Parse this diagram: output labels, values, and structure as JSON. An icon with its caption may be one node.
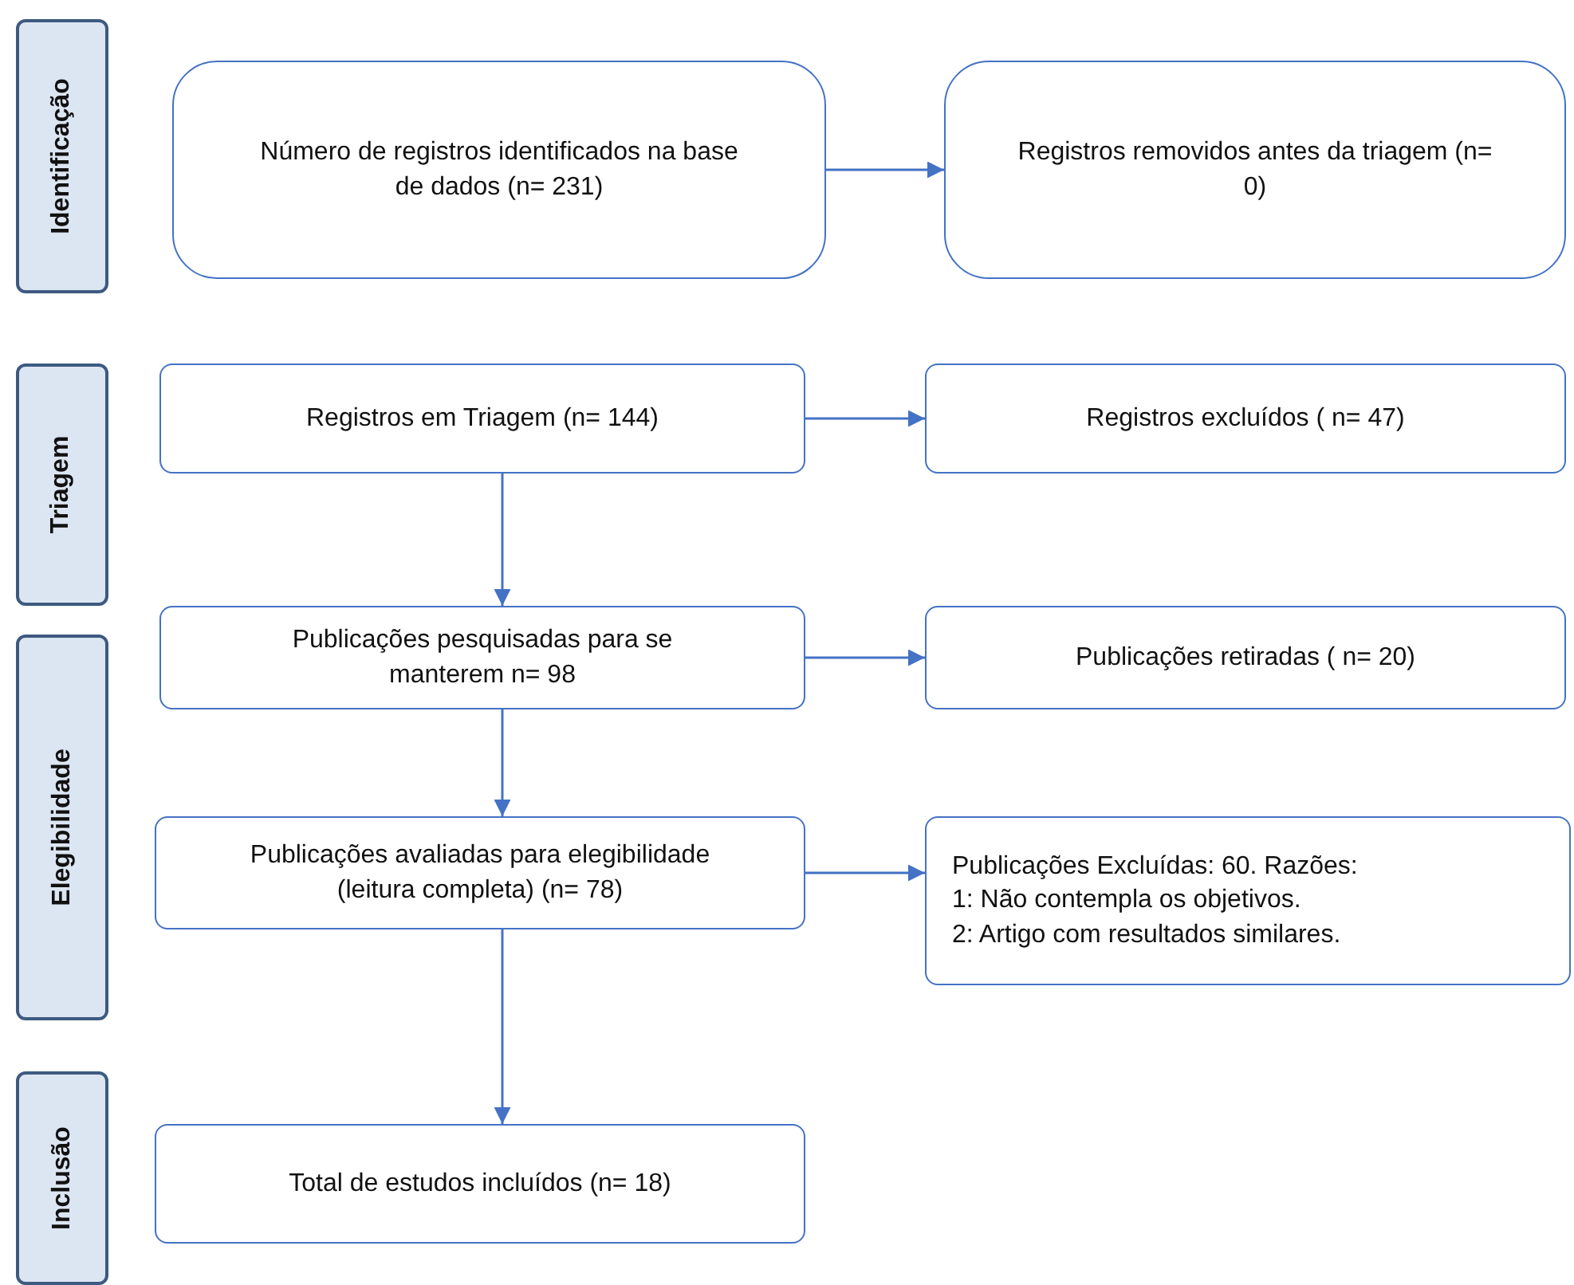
{
  "diagram": {
    "nodes": [
      {
        "text": [
          "Identificação"
        ]
      },
      {
        "text": [
          "Número de registros identificados na base de dados (n= 231)"
        ]
      },
      {
        "text": [
          "Registros removidos antes da triagem (n= 0)"
        ]
      },
      {
        "text": [
          "Triagem"
        ]
      },
      {
        "text": [
          "Registros em Triagem (n= 144)"
        ]
      },
      {
        "text": [
          "Registros excluídos ( n= 47)"
        ]
      },
      {
        "text": [
          "Elegibilidade"
        ]
      },
      {
        "text": [
          "Publicações pesquisadas para se manterem n= 98"
        ]
      },
      {
        "text": [
          "Publicações retiradas ( n= 20)"
        ]
      },
      {
        "text": [
          "Publicações avaliadas para elegibilidade (leitura completa) (n= 78)"
        ]
      },
      {
        "text": [
          "Publicações Excluídas: 60. Razões:",
          "1: Não contempla os objetivos.",
          "2: Artigo com resultados similares."
        ]
      },
      {
        "text": [
          "Inclusão"
        ]
      },
      {
        "text": [
          "Total de estudos incluídos (n= 18)"
        ]
      }
    ],
    "edges": [
      {
        "from": 1,
        "to": 2,
        "arrow": "to"
      },
      {
        "from": 4,
        "to": 5,
        "arrow": "to"
      },
      {
        "from": 4,
        "to": 7,
        "arrow": "to"
      },
      {
        "from": 7,
        "to": 8,
        "arrow": "to"
      },
      {
        "from": 7,
        "to": 9,
        "arrow": "to"
      },
      {
        "from": 9,
        "to": 10,
        "arrow": "to"
      },
      {
        "from": 9,
        "to": 12,
        "arrow": "to"
      }
    ]
  }
}
